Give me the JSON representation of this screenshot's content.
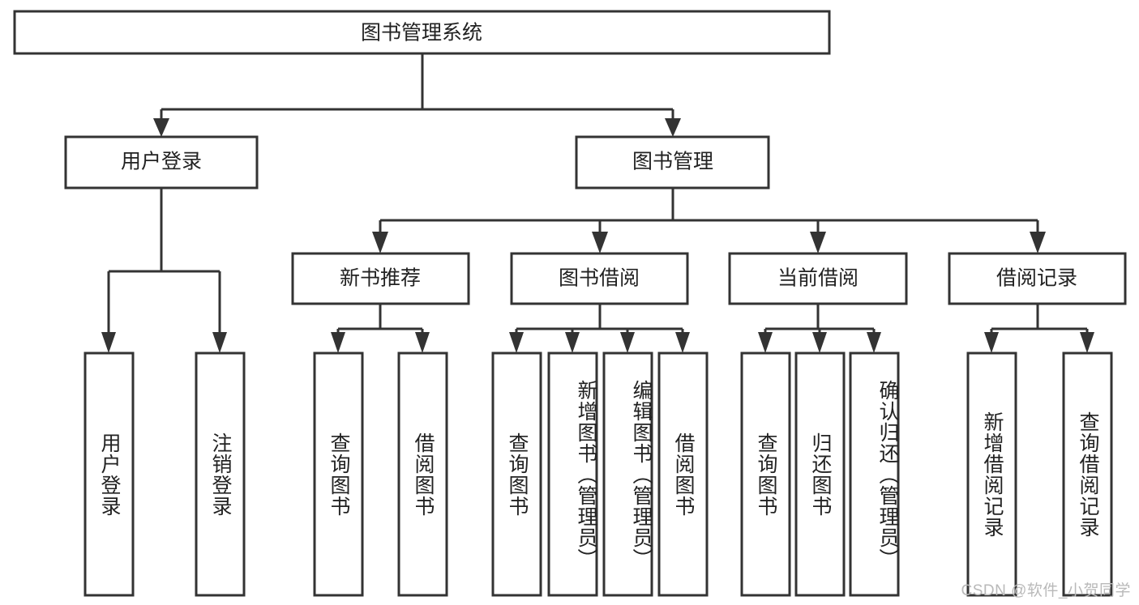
{
  "diagram": {
    "title": "图书管理系统",
    "type": "tree",
    "watermark": "CSDN @软件_小贺同学",
    "colors": {
      "box_stroke": "#333333",
      "box_fill": "#ffffff",
      "connector": "#333333",
      "text": "#222222",
      "watermark": "#b9b9b9",
      "background": "#ffffff"
    },
    "root": {
      "label": "图书管理系统",
      "orientation": "horizontal"
    },
    "level2": [
      {
        "label": "用户登录",
        "orientation": "horizontal"
      },
      {
        "label": "图书管理",
        "orientation": "horizontal"
      }
    ],
    "level3": [
      {
        "label": "新书推荐",
        "orientation": "horizontal"
      },
      {
        "label": "图书借阅",
        "orientation": "horizontal"
      },
      {
        "label": "当前借阅",
        "orientation": "horizontal"
      },
      {
        "label": "借阅记录",
        "orientation": "horizontal"
      }
    ],
    "leaves": {
      "user_login": [
        {
          "label": "用户登录",
          "orientation": "vertical"
        },
        {
          "label": "注销登录",
          "orientation": "vertical"
        }
      ],
      "new_book_recommend": [
        {
          "label": "查询图书",
          "orientation": "vertical"
        },
        {
          "label": "借阅图书",
          "orientation": "vertical"
        }
      ],
      "book_borrow": [
        {
          "label": "查询图书",
          "orientation": "vertical"
        },
        {
          "label": "新增图书（管理员）",
          "orientation": "vertical"
        },
        {
          "label": "编辑图书（管理员）",
          "orientation": "vertical"
        },
        {
          "label": "借阅图书",
          "orientation": "vertical"
        }
      ],
      "current_borrow": [
        {
          "label": "查询图书",
          "orientation": "vertical"
        },
        {
          "label": "归还图书",
          "orientation": "vertical"
        },
        {
          "label": "确认归还（管理员）",
          "orientation": "vertical"
        }
      ],
      "borrow_record": [
        {
          "label": "新增借阅记录",
          "orientation": "vertical"
        },
        {
          "label": "查询借阅记录",
          "orientation": "vertical"
        }
      ]
    }
  }
}
